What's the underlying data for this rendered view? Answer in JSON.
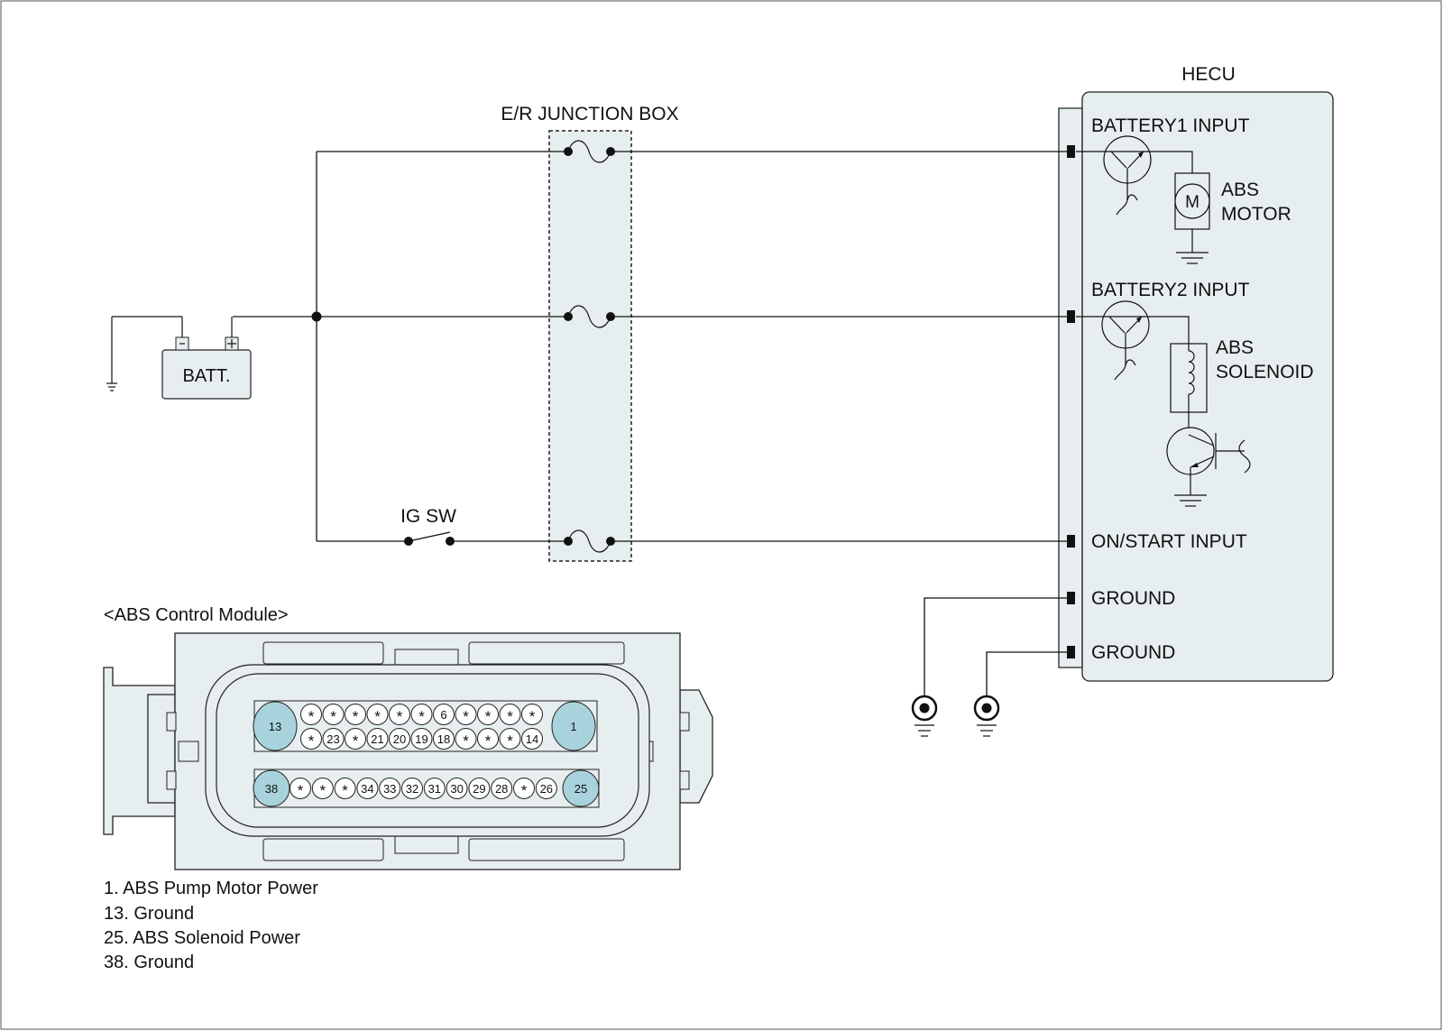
{
  "labels": {
    "junction_box": "E/R JUNCTION BOX",
    "hecu": "HECU",
    "battery": "BATT.",
    "ig_switch": "IG SW",
    "battery1_input": "BATTERY1 INPUT",
    "abs_motor_line1": "ABS",
    "abs_motor_line2": "MOTOR",
    "motor_symbol": "M",
    "battery2_input": "BATTERY2 INPUT",
    "abs_solenoid_line1": "ABS",
    "abs_solenoid_line2": "SOLENOID",
    "on_start_input": "ON/START INPUT",
    "ground1": "GROUND",
    "ground2": "GROUND",
    "batt_minus": "-",
    "batt_plus": "+",
    "connector_title": "<ABS Control Module>"
  },
  "connector": {
    "row1_big_left": "13",
    "row1_big_right": "1",
    "row1_top": [
      "*",
      "*",
      "*",
      "*",
      "*",
      "*",
      "6",
      "*",
      "*",
      "*",
      "*"
    ],
    "row1_bottom": [
      "*",
      "23",
      "*",
      "21",
      "20",
      "19",
      "18",
      "*",
      "*",
      "*",
      "14"
    ],
    "row2_big_left": "38",
    "row2_big_right": "25",
    "row2": [
      "*",
      "*",
      "*",
      "34",
      "33",
      "32",
      "31",
      "30",
      "29",
      "28",
      "*",
      "26"
    ]
  },
  "legend": [
    "1. ABS Pump Motor Power",
    "13. Ground",
    "25. ABS Solenoid Power",
    "38. Ground"
  ],
  "colors": {
    "panel_fill": "#e7eeef",
    "big_pin_fill": "#a9d3dc",
    "line": "#111111"
  }
}
